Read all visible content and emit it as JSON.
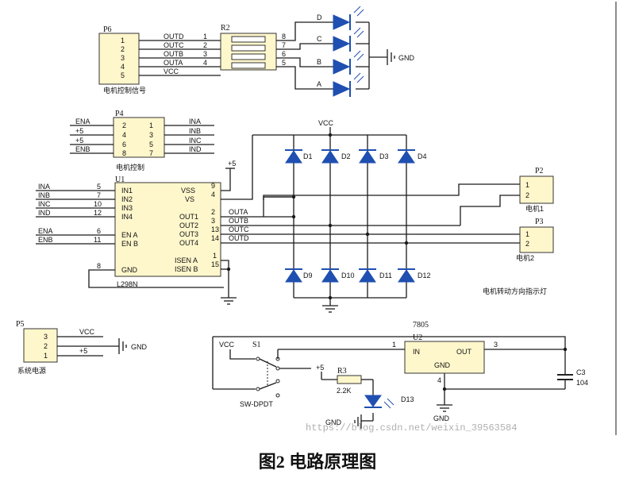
{
  "caption": "图2  电路原理图",
  "watermark": "https://blog.csdn.net/weixin_39563584",
  "p6": {
    "ref": "P6",
    "pins": [
      "1",
      "2",
      "3",
      "4",
      "5"
    ],
    "label": "电机控制信号"
  },
  "r2": {
    "ref": "R2",
    "left_pins": [
      "1",
      "2",
      "3",
      "4"
    ],
    "right_pins": [
      "8",
      "7",
      "6",
      "5"
    ]
  },
  "signals": {
    "outd": "OUTD",
    "outc": "OUTC",
    "outb": "OUTB",
    "outa": "OUTA",
    "vcc": "VCC"
  },
  "leds": {
    "labels": [
      "D",
      "C",
      "B",
      "A"
    ],
    "gnd": "GND"
  },
  "p4": {
    "ref": "P4",
    "left_pins": [
      "2",
      "4",
      "6",
      "8"
    ],
    "right_pins": [
      "1",
      "3",
      "5",
      "7"
    ],
    "left_nets": [
      "ENA",
      "+5",
      "+5",
      "ENB"
    ],
    "right_nets": [
      "INA",
      "INB",
      "INC",
      "IND"
    ],
    "label": "电机控制"
  },
  "u1": {
    "ref": "U1",
    "part": "L298N",
    "left_names": [
      "IN1",
      "IN2",
      "IN3",
      "IN4",
      "EN A",
      "EN B",
      "GND"
    ],
    "left_nums": [
      "5",
      "7",
      "10",
      "12",
      "6",
      "11",
      "8"
    ],
    "left_nets": [
      "INA",
      "INB",
      "INC",
      "IND",
      "ENA",
      "ENB"
    ],
    "right_names": [
      "VSS",
      "VS",
      "OUT1",
      "OUT2",
      "OUT3",
      "OUT4",
      "ISEN A",
      "ISEN B"
    ],
    "right_nums": [
      "9",
      "4",
      "2",
      "3",
      "13",
      "14",
      "1",
      "15"
    ],
    "out_nets": [
      "OUTA",
      "OUTB",
      "OUTC",
      "OUTD"
    ],
    "plus5": "+5"
  },
  "bridge": {
    "vcc": "VCC",
    "top": [
      "D1",
      "D2",
      "D3",
      "D4"
    ],
    "bottom": [
      "D9",
      "D10",
      "D11",
      "D12"
    ]
  },
  "p2": {
    "ref": "P2",
    "pins": [
      "1",
      "2"
    ],
    "label": "电机1"
  },
  "p3": {
    "ref": "P3",
    "pins": [
      "1",
      "2"
    ],
    "label": "电机2"
  },
  "note": "电机转动方向指示灯",
  "p5": {
    "ref": "P5",
    "pins": [
      "3",
      "2",
      "1"
    ],
    "nets": [
      "VCC",
      "+5"
    ],
    "gnd": "GND",
    "label": "系统电源"
  },
  "reg": {
    "part": "7805",
    "ref": "U2",
    "in": "IN",
    "out": "OUT",
    "gnd": "GND",
    "pin_in": "1",
    "pin_out": "3",
    "pin_gnd": "4",
    "gnd_label": "GND"
  },
  "switch": {
    "ref": "S1",
    "vcc": "VCC",
    "part": "SW-DPDT"
  },
  "r3": {
    "ref": "R3",
    "value": "2.2K",
    "plus5": "+5"
  },
  "d13": {
    "ref": "D13",
    "gnd": "GND"
  },
  "c3": {
    "ref": "C3",
    "value": "104"
  }
}
